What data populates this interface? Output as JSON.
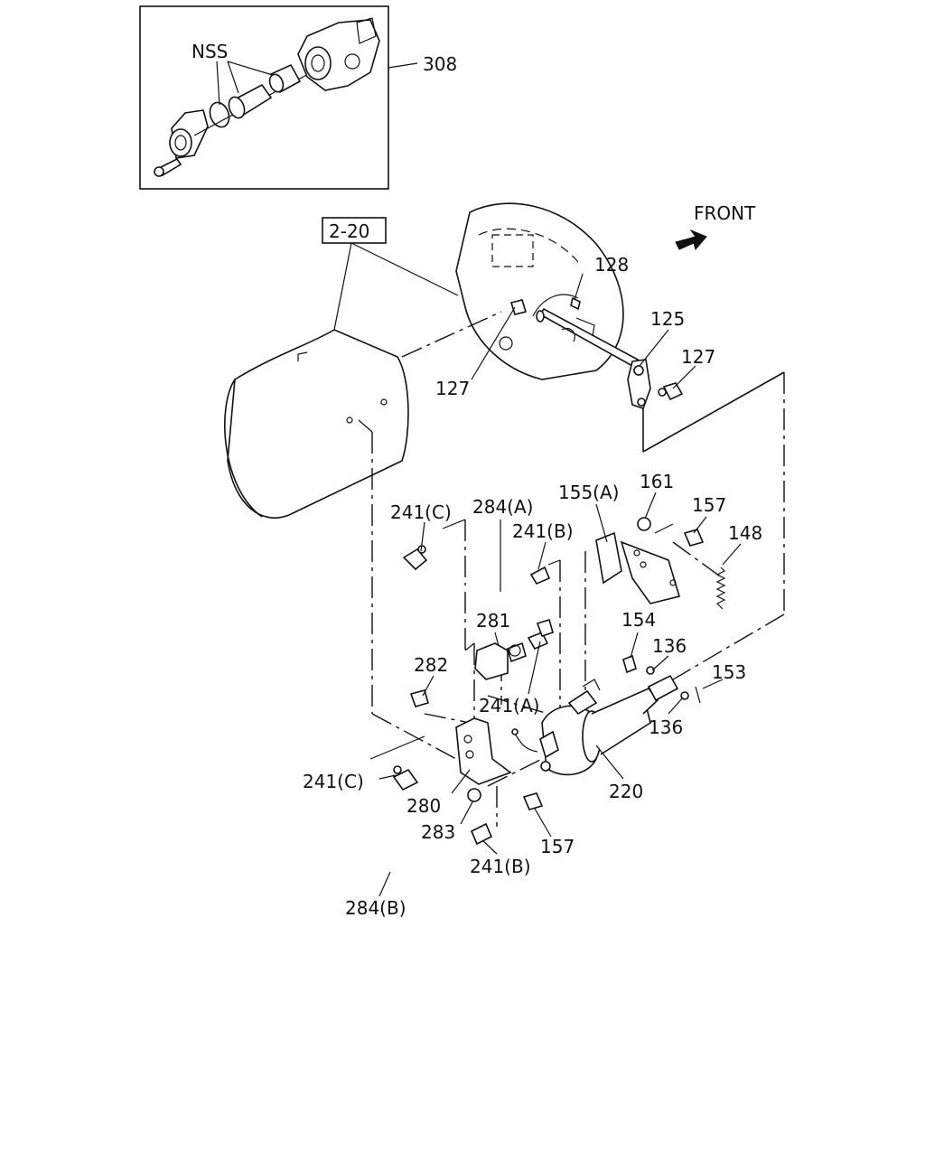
{
  "diagram": {
    "labels": {
      "nss": "NSS",
      "p308": "308",
      "ref_2_20": "2-20",
      "front": "FRONT",
      "p128": "128",
      "p125": "125",
      "p127_left": "127",
      "p127_right": "127",
      "p241c_top": "241(C)",
      "p284a": "284(A)",
      "p241b_top": "241(B)",
      "p155a": "155(A)",
      "p161": "161",
      "p157_top": "157",
      "p148": "148",
      "p281": "281",
      "p282": "282",
      "p154": "154",
      "p136_top": "136",
      "p153": "153",
      "p241a": "241(A)",
      "p136_bottom": "136",
      "p241c_bottom": "241(C)",
      "p280": "280",
      "p220": "220",
      "p283": "283",
      "p157_bottom": "157",
      "p241b_bottom": "241(B)",
      "p284b": "284(B)"
    }
  }
}
